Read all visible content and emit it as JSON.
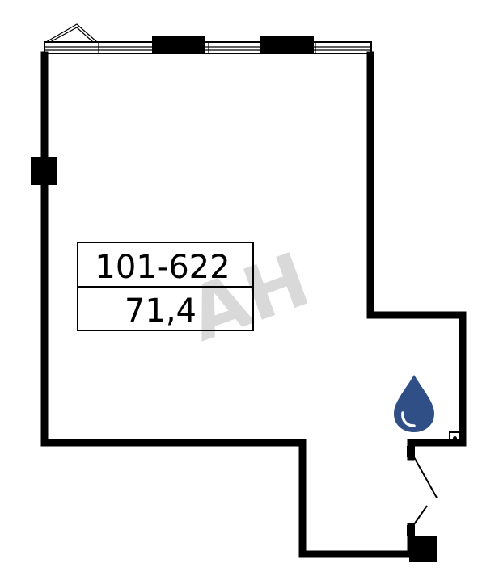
{
  "unit": {
    "number": "101-622",
    "area": "71,4"
  },
  "watermark": {
    "text": "AH"
  },
  "symbols": {
    "water_drop": {
      "icon": "water-drop-icon",
      "color": "#2f4f86"
    }
  }
}
